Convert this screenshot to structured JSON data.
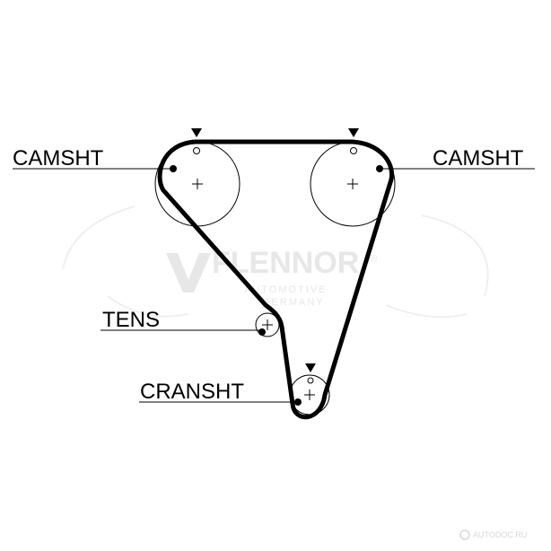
{
  "labels": {
    "camshaft_left": "CAMSHT",
    "camshaft_right": "CAMSHT",
    "tensioner": "TENS",
    "crankshaft": "CRANSHT"
  },
  "watermark": {
    "brand": "FLENNOR",
    "registered_mark": "®",
    "line1": "AUTOMOTIVE",
    "line2": "GERMANY",
    "corner": "AUTODOC.RU"
  },
  "colors": {
    "ink": "#000000",
    "watermark": "#e7e7e7",
    "background": "#ffffff"
  }
}
